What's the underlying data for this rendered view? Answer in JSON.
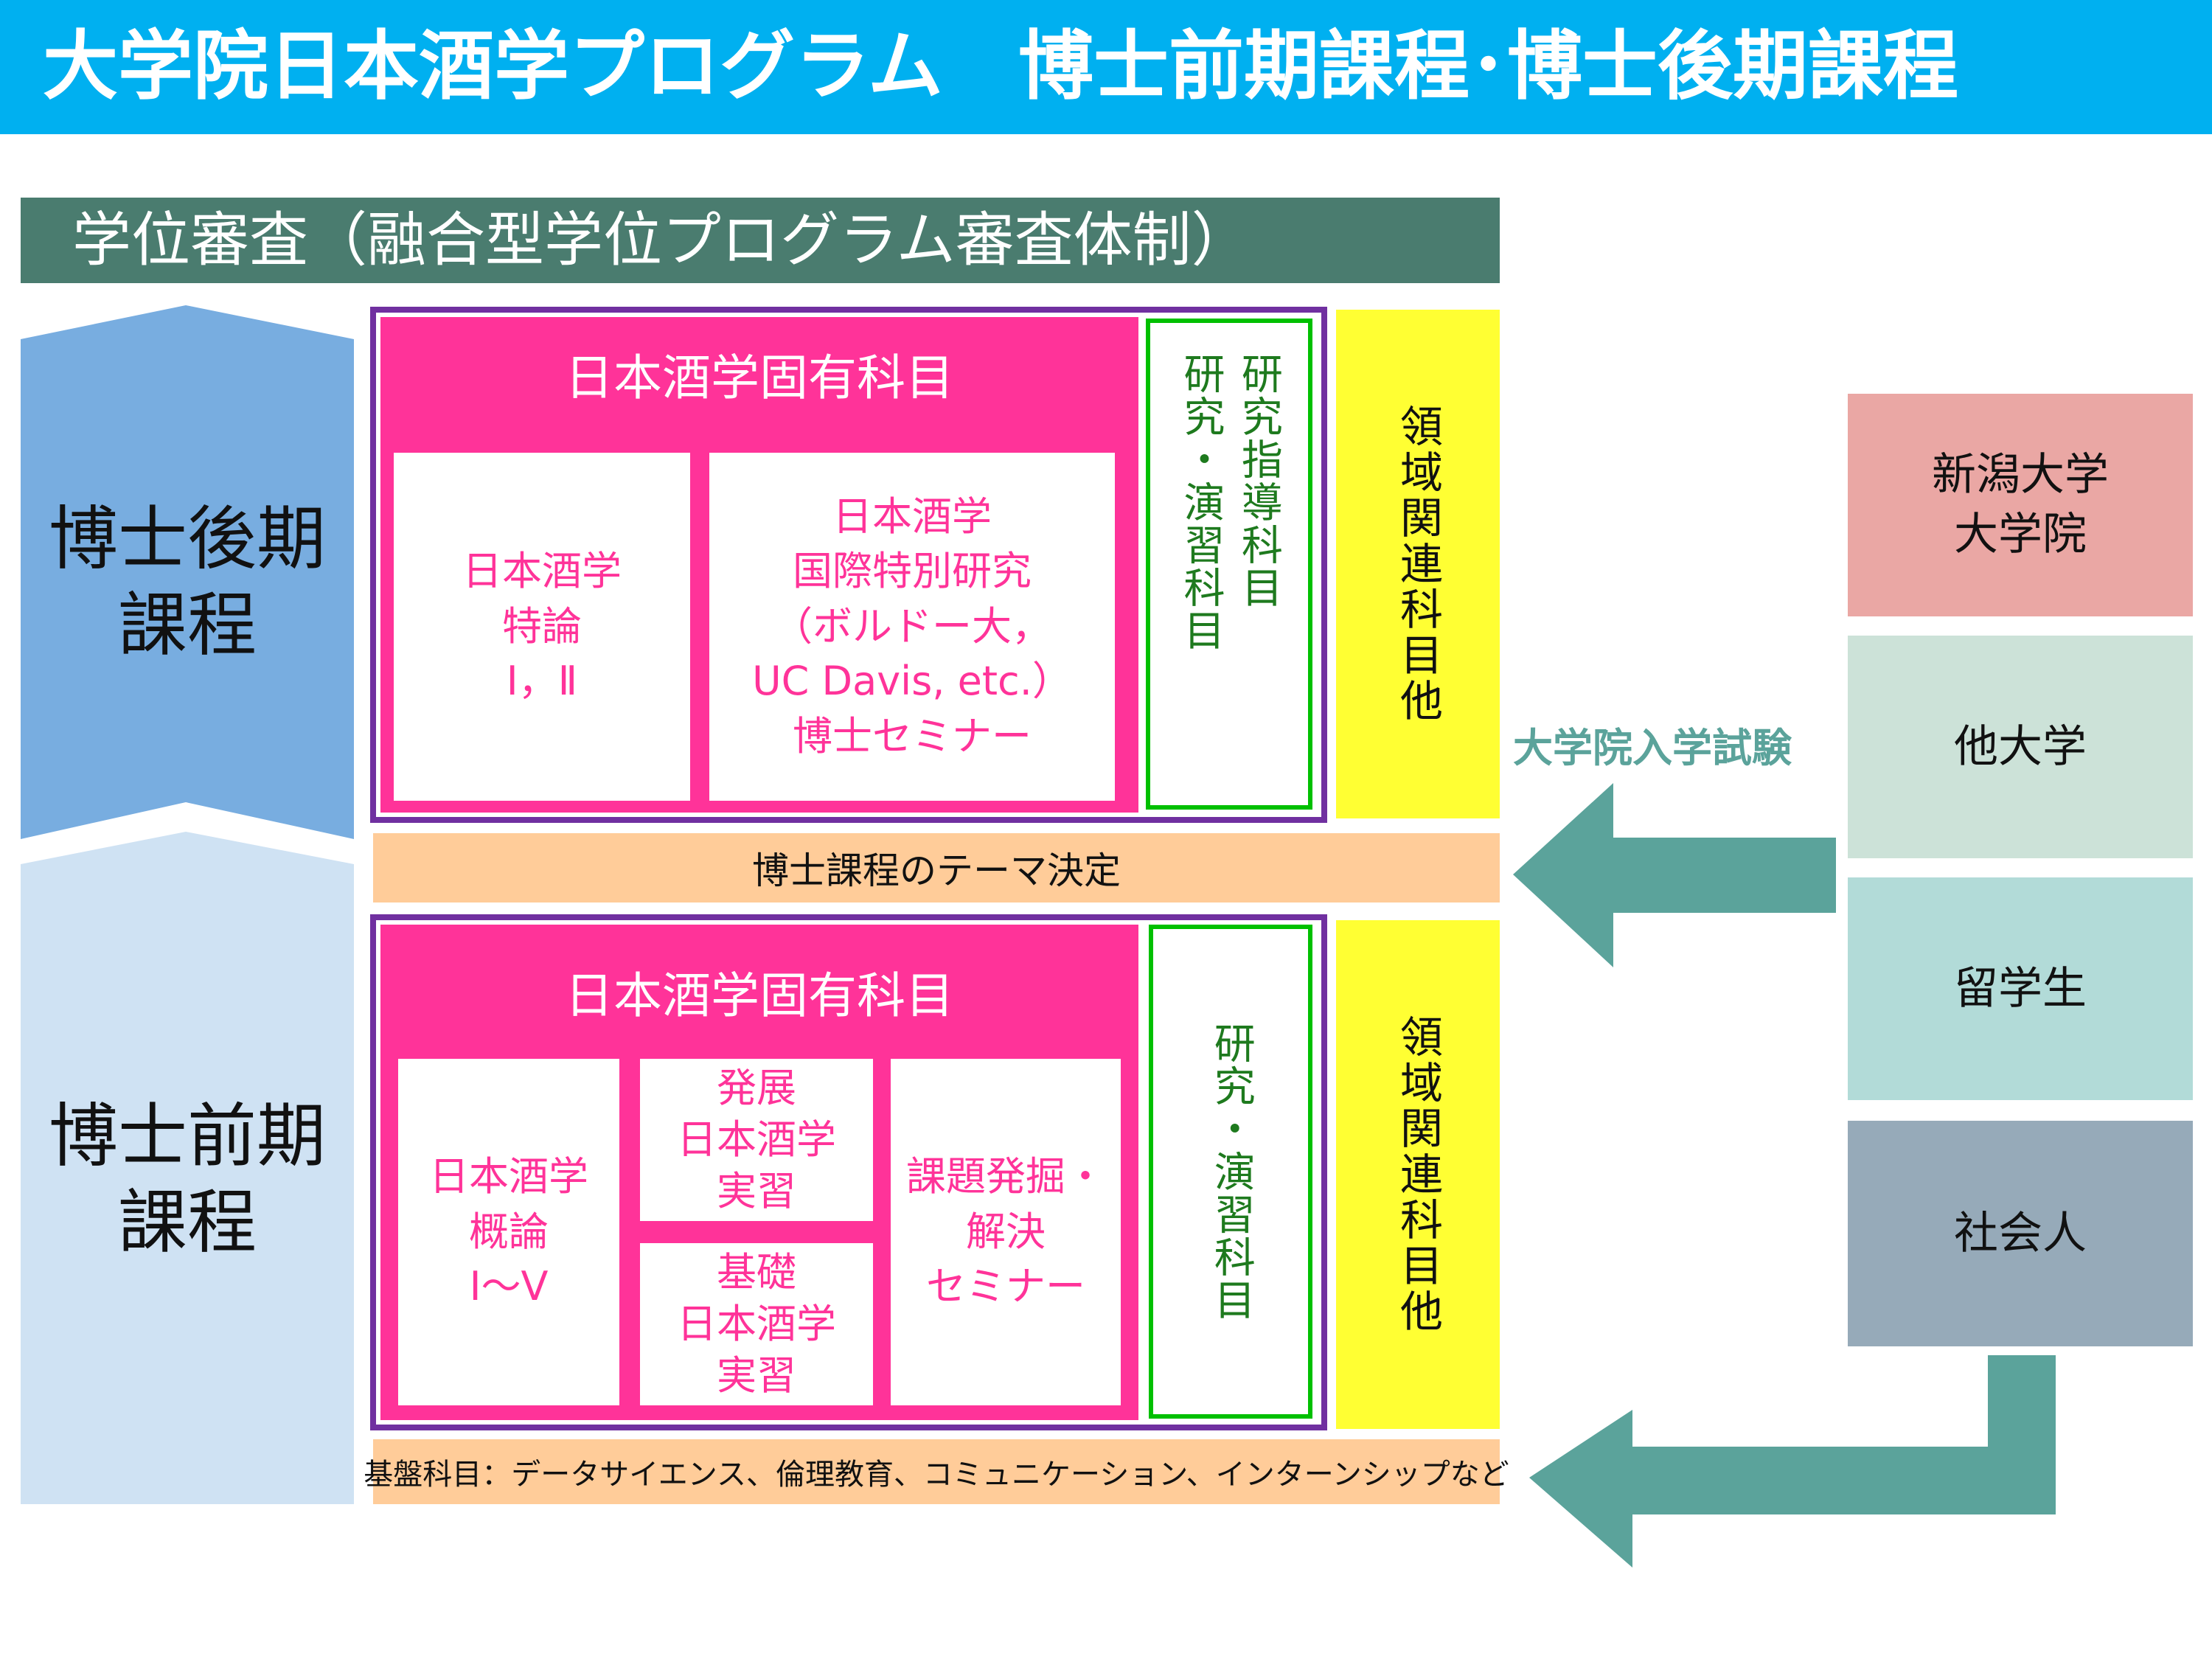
{
  "header": {
    "title": "大学院日本酒学プログラム　博士前期課程･博士後期課程"
  },
  "review_bar": {
    "label": "学位審査（融合型学位プログラム審査体制）"
  },
  "stages": {
    "doctoral_later": "博士後期\n課程",
    "doctoral_early": "博士前期\n課程"
  },
  "later_block": {
    "specific_title": "日本酒学固有科目",
    "box1": "日本酒学\n特論\nⅠ，Ⅱ",
    "box2": "日本酒学\n国際特別研究\n（ボルドー大，\nUC Davis, etc.）\n博士セミナー",
    "research_guidance": "研究指導科目",
    "research_practice": "研究・演習科目",
    "related": "領域関連科目他"
  },
  "theme_bar": {
    "label": "博士課程のテーマ決定"
  },
  "early_block": {
    "specific_title": "日本酒学固有科目",
    "intro": "日本酒学\n概論\nⅠ～Ⅴ",
    "advanced_practice": "発展\n日本酒学\n実習",
    "basic_practice": "基礎\n日本酒学\n実習",
    "seminar": "課題発掘・\n解決\nセミナー",
    "research_practice": "研究・演習科目",
    "related": "領域関連科目他"
  },
  "foundation_bar": {
    "label": "基盤科目：データサイエンス、倫理教育、コミュニケーション、インターンシップなど"
  },
  "entrance_exam": {
    "label": "大学院入学試験"
  },
  "sources": [
    {
      "label": "新潟大学\n大学院",
      "color": "#eaa7a4"
    },
    {
      "label": "他大学",
      "color": "#cce2d8"
    },
    {
      "label": "留学生",
      "color": "#b2dbd8"
    },
    {
      "label": "社会人",
      "color": "#96aab9"
    }
  ],
  "colors": {
    "title_bg": "#00b0f0",
    "review_bg": "#4a7c6f",
    "later_stage": "#78ade0",
    "early_stage": "#cfe2f3",
    "pink": "#ff3399",
    "purple": "#7030a0",
    "green": "#00c000",
    "yellow": "#ffff33",
    "orange": "#ffcc99",
    "arrow": "#5ba39b"
  }
}
